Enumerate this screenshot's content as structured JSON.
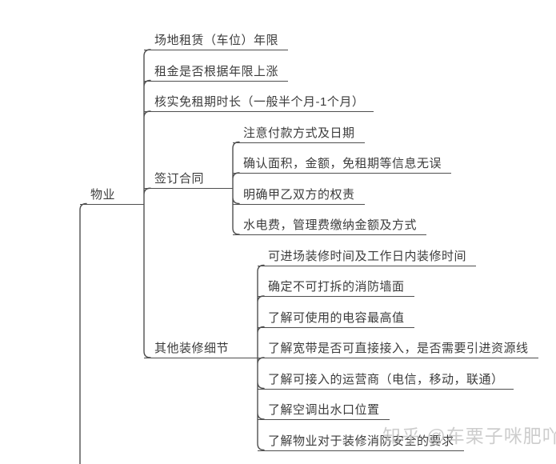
{
  "colors": {
    "line": "#4f4f4f",
    "text": "#3c3c3c",
    "watermark": "#c5c5c5",
    "background": "#ffffff"
  },
  "watermark": {
    "text": "知乎 @车栗子咪肥吖"
  },
  "mindmap": {
    "label": "物业",
    "children": [
      {
        "label": "场地租赁（车位）年限"
      },
      {
        "label": "租金是否根据年限上涨"
      },
      {
        "label": "核实免租期时长（一般半个月-1个月）"
      },
      {
        "label": "签订合同",
        "children": [
          {
            "label": "注意付款方式及日期"
          },
          {
            "label": "确认面积，金额，免租期等信息无误"
          },
          {
            "label": "明确甲乙双方的权责"
          },
          {
            "label": "水电费，管理费缴纳金额及方式"
          }
        ]
      },
      {
        "label": "其他装修细节",
        "children": [
          {
            "label": "可进场装修时间及工作日内装修时间"
          },
          {
            "label": "确定不可打拆的消防墙面"
          },
          {
            "label": "了解可使用的电容最高值"
          },
          {
            "label": "了解宽带是否可直接接入，是否需要引进资源线"
          },
          {
            "label": "了解可接入的运营商（电信，移动，联通）"
          },
          {
            "label": "了解空调出水口位置"
          },
          {
            "label": "了解物业对于装修消防安全的要求"
          }
        ]
      }
    ]
  }
}
